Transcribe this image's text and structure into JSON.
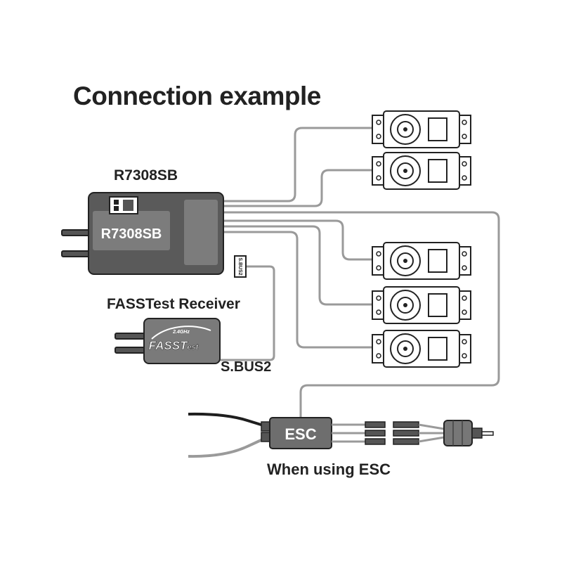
{
  "title": "Connection example",
  "receiver": {
    "model_label": "R7308SB",
    "body_label": "R7308SB",
    "port_label": "S.BUS2"
  },
  "fasst_receiver": {
    "label": "FASSTest Receiver",
    "logo_small": "2.4GHz",
    "logo_main": "FASST",
    "logo_suffix": "est"
  },
  "sbus_label": "S.BUS2",
  "esc": {
    "label": "ESC",
    "caption": "When using ESC"
  },
  "colors": {
    "device_body": "#5a5a5a",
    "device_panel": "#7c7c7c",
    "wire": "#9a9a9a",
    "text": "#222222"
  }
}
